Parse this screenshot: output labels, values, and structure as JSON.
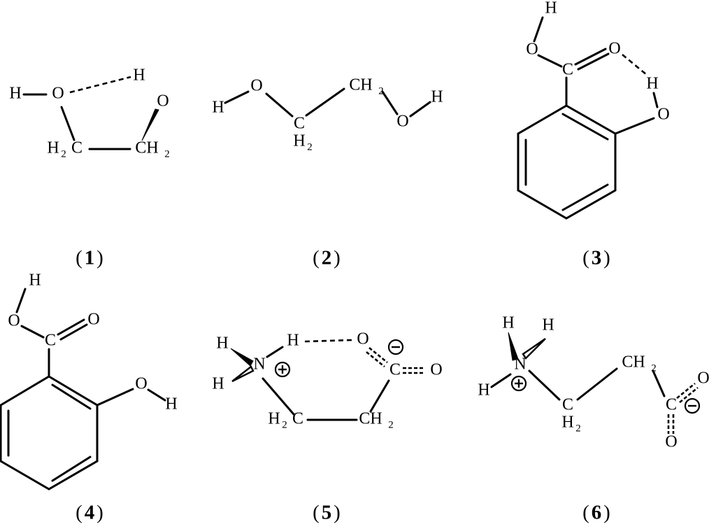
{
  "figure": {
    "captions": [
      "1",
      "2",
      "3",
      "4",
      "5",
      "6"
    ],
    "atoms": {
      "H": "H",
      "O": "O",
      "C": "C",
      "N": "N",
      "CH": "CH",
      "sub2": "2"
    },
    "charges": {
      "plus": "+",
      "minus": "−"
    }
  }
}
